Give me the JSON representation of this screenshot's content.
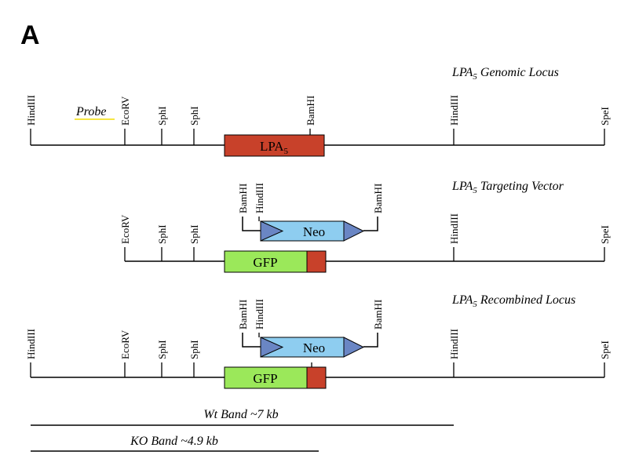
{
  "panel_label": "A",
  "probe": {
    "label": "Probe",
    "underline_color": "#f5e642"
  },
  "colors": {
    "lpa_box": "#c8412a",
    "gfp_box": "#9be85a",
    "neo_box": "#8ecdf0",
    "neo_arrow": "#6a86c4",
    "line": "#000000"
  },
  "tracks": [
    {
      "title_main": "LPA",
      "title_sub": "5",
      "title_rest": " Genomic Locus",
      "sites": [
        "HindIII",
        "EcoRV",
        "SphI",
        "SphI",
        "BamHI",
        "HindIII",
        "SpeI"
      ],
      "box": {
        "label_main": "LPA",
        "label_sub": "5"
      }
    },
    {
      "title_main": "LPA",
      "title_sub": "5",
      "title_rest": " Targeting Vector",
      "sites": [
        "EcoRV",
        "SphI",
        "SphI",
        "HindIII",
        "SpeI"
      ],
      "neo_sites": [
        "BamHI",
        "HindIII",
        "BamHI"
      ],
      "neo_label": "Neo",
      "box": {
        "label_main": "GFP"
      }
    },
    {
      "title_main": "LPA",
      "title_sub": "5",
      "title_rest": " Recombined Locus",
      "sites": [
        "HindIII",
        "EcoRV",
        "SphI",
        "SphI",
        "HindIII",
        "SpeI"
      ],
      "neo_sites": [
        "BamHI",
        "HindIII",
        "BamHI"
      ],
      "neo_label": "Neo",
      "box": {
        "label_main": "GFP"
      }
    }
  ],
  "bands": [
    {
      "label": "Wt Band ~7 kb"
    },
    {
      "label": "KO Band ~4.9 kb"
    }
  ]
}
